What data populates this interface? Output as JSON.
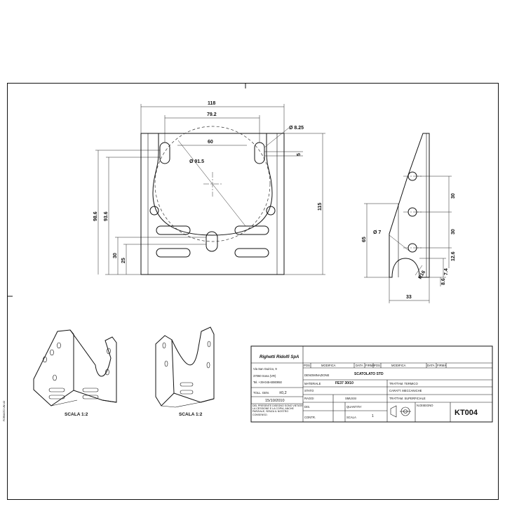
{
  "front_view": {
    "dims": {
      "width_total": "118",
      "hole_spacing": "79.2",
      "inner_60": "60",
      "hole_dia": "Ø 8.25",
      "slot_5": "5",
      "circle_dia": "Ø 91.5",
      "h_98_6": "98.6",
      "h_93_6": "93.6",
      "h_30": "30",
      "h_25": "25",
      "h_115": "115"
    }
  },
  "side_view": {
    "dims": {
      "h_65": "65",
      "hole_dia": "Ø 7",
      "spacing_30a": "30",
      "spacing_30b": "30",
      "d_12_6": "12.6",
      "d_7_4": "7.4",
      "radius": "R16",
      "d_8_6": "8.6",
      "width_33": "33"
    }
  },
  "iso_views": [
    {
      "scale_label": "SCALA 1:2"
    },
    {
      "scale_label": "SCALA 1:2"
    }
  ],
  "title_block": {
    "company": "Righetti Ridolfi SpA",
    "address1": "Via San Guirico, 9",
    "address2": "37060 Sona (VR)",
    "phone": "Tel. +39-045-6080950",
    "tolerance_label": "TOLL. GEN.",
    "tolerance_value": "±0,2",
    "date": "15/10/2010",
    "notice": "DEL PRESENTE DISEGNO SONO VIETATE LA CESSIONE E LA COPIA, ANCHE PARZIALE, SENZA IL NOSTRO CONSENSO.",
    "pos_label": "POS",
    "modifica_label": "MODIFICA",
    "data_label": "DATA",
    "firma_label": "FIRMA",
    "denominazione_label": "DENOMINAZIONE",
    "denominazione_value": "SCATOLATO STD",
    "materiale_label": "MATERIALE",
    "materiale_value": "FE37 30/10",
    "trattam_termico": "TRATTAM. TERMICO",
    "caratt_meccaniche": "CARATT. MECCANICHE",
    "stato_label": "STATO",
    "raggi_label": "RAGGI",
    "smussi_label": "SMUSSI",
    "trattam_superficiale": "TRATTAM. SUPERFICIALE",
    "dis_label": "DIS.",
    "quantita_label": "QUANTITA'",
    "quantita_value": "1",
    "contr_label": "CONTR.",
    "scala_label": "SCALA",
    "n_disegno_label": "N.DISEGNO",
    "drawing_number": "KT004"
  },
  "side_note": "FORMATO UNI A3"
}
